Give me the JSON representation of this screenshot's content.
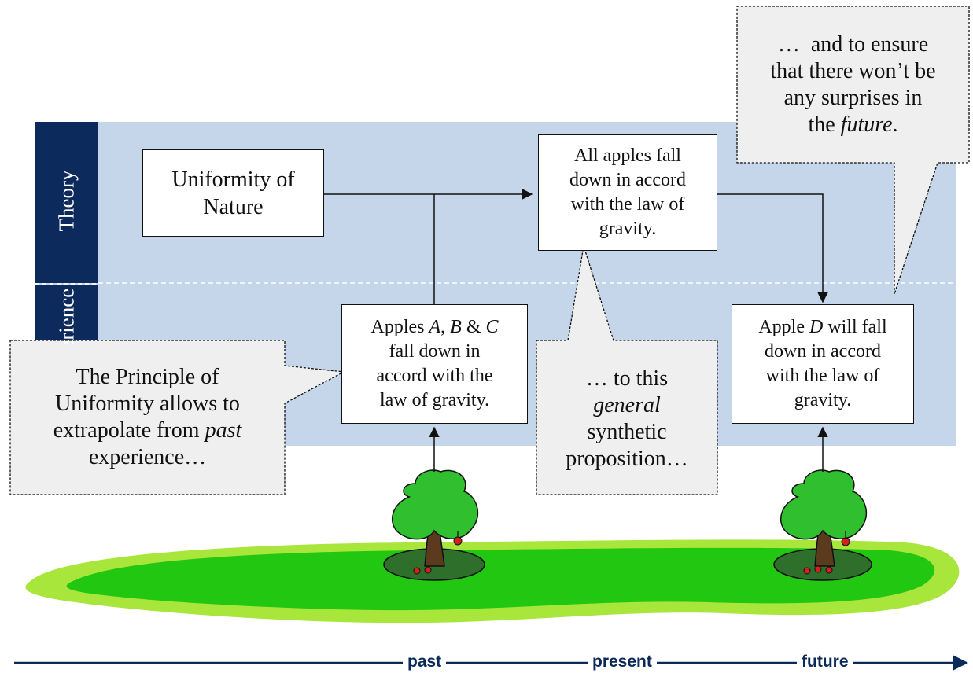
{
  "bands": {
    "theory_label": "Theory",
    "experience_label": "Experience"
  },
  "boxes": {
    "uniformity": [
      "Uniformity of",
      "Nature"
    ],
    "general_law": [
      "All apples fall",
      "down in accord",
      "with the law of",
      "gravity."
    ],
    "apples_abc": {
      "line1_prefix": "Apples ",
      "a": "A",
      "sep1": ", ",
      "b": "B",
      "sep2": " & ",
      "c": "C",
      "line2": "fall down in",
      "line3": "accord with the",
      "line4": "law of gravity."
    },
    "apple_d": {
      "line1_prefix": "Apple ",
      "d": "D",
      "line1_suffix": " will fall",
      "line2": "down in accord",
      "line3": "with the law of",
      "line4": "gravity."
    }
  },
  "callouts": {
    "principle": {
      "line1": "The Principle of",
      "line2": "Uniformity allows to",
      "line3_prefix": "extrapolate from ",
      "line3_em": "past",
      "line4": "experience…"
    },
    "general": {
      "line1": "… to this",
      "line2_em": "general",
      "line3": "synthetic",
      "line4": "proposition…"
    },
    "future": {
      "line1": "…  and to ensure",
      "line2": "that there won’t be",
      "line3": "any surprises in",
      "line4_prefix": "the ",
      "line4_em": "future",
      "line4_suffix": "."
    }
  },
  "timeline": {
    "past": "past",
    "present": "present",
    "future": "future"
  },
  "colors": {
    "band": "#c5d6eb",
    "band_label_bg": "#0d2a5c",
    "callout_bg": "#efefef",
    "grass_outer": "#a8e63c",
    "grass_inner": "#22c711",
    "tree_leaves": "#2fbf2f",
    "apple": "#d62020",
    "timeline": "#0b2a5a"
  }
}
